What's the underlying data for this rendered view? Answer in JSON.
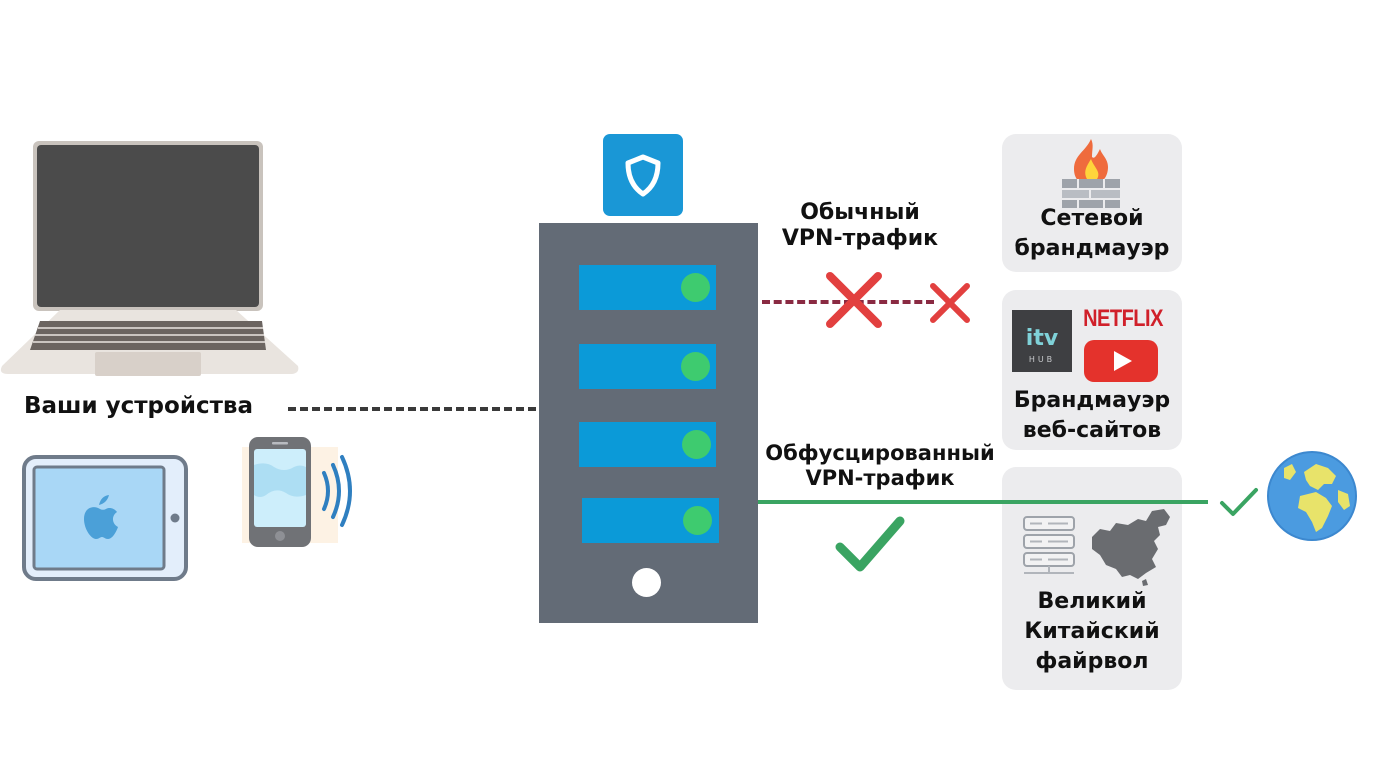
{
  "devices": {
    "label": "Ваши устройства",
    "items": [
      {
        "name": "laptop",
        "icon": "laptop-icon"
      },
      {
        "name": "tablet",
        "icon": "tablet-apple-icon"
      },
      {
        "name": "phone",
        "icon": "smartphone-wireless-icon"
      }
    ]
  },
  "server": {
    "badge_icon": "shield-icon",
    "slots": 4,
    "colors": {
      "body": "#636b76",
      "slot": "#0b9ad8",
      "led": "#3ecb6f",
      "badge": "#1a97d6"
    }
  },
  "connections": {
    "device_link": {
      "style": "dashed",
      "color": "#3a3a3a"
    },
    "regular": {
      "label_line1": "Обычный",
      "label_line2": "VPN-трафик",
      "status": "blocked",
      "color": "#8a2a42",
      "mark_color": "#e2403f"
    },
    "obfuscated": {
      "label_line1": "Обфусцированный",
      "label_line2": "VPN-трафик",
      "status": "allowed",
      "color": "#3aa462"
    }
  },
  "firewalls": [
    {
      "icon": "firewall-fire-icon",
      "line1": "Сетевой",
      "line2": "брандмауэр"
    },
    {
      "icon": "streaming-logos-icon",
      "logos": [
        "itv HUB",
        "NETFLIX",
        "YouTube"
      ],
      "line1": "Брандмауэр",
      "line2": "веб-сайтов"
    },
    {
      "icon": "china-map-server-icon",
      "line1": "Великий",
      "line2": "Китайский",
      "line3": "файрвол"
    }
  ],
  "destination": {
    "icon": "globe-icon"
  }
}
